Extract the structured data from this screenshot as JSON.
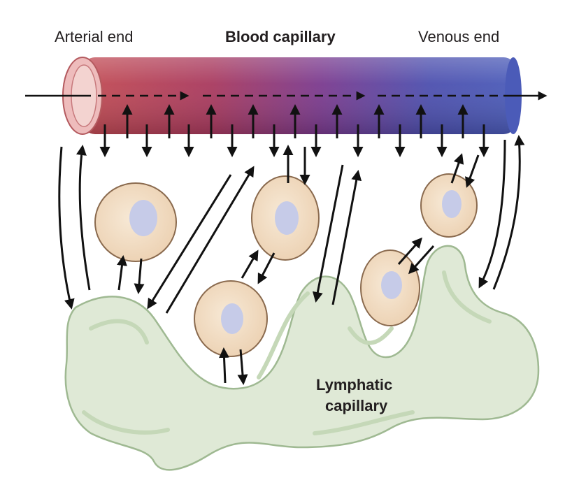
{
  "labels": {
    "arterial_end": "Arterial end",
    "blood_capillary": "Blood capillary",
    "venous_end": "Venous end",
    "lymphatic_line1": "Lymphatic",
    "lymphatic_line2": "capillary"
  },
  "colors": {
    "arterial": "#b8434f",
    "venous": "#4a58b4",
    "lymph_fill": "#dfe9d6",
    "lymph_edge": "#a7c19a",
    "cell_fill": "#f1ddc4",
    "cell_edge": "#8a6a4e",
    "nucleus": "#c6cbe8",
    "arrow": "#111111"
  }
}
